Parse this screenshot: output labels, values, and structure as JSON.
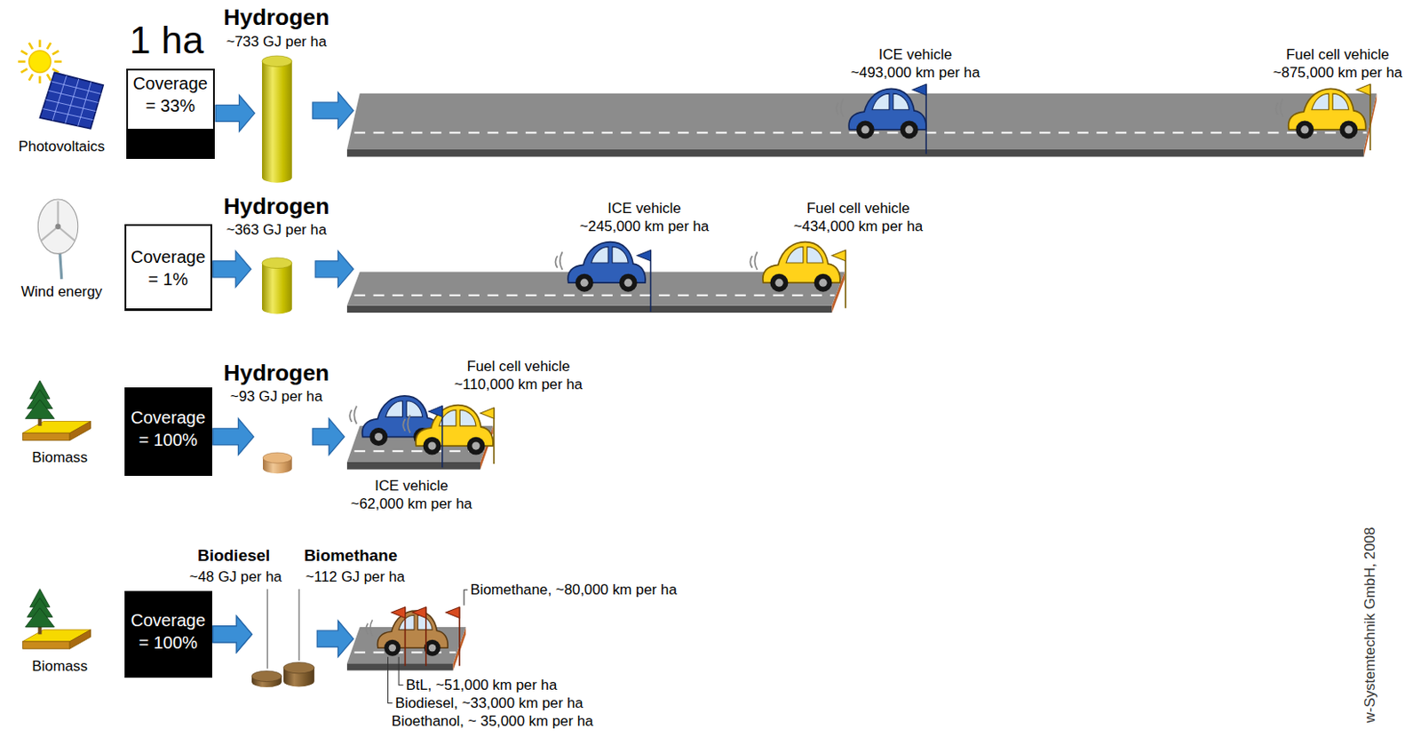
{
  "diagram": {
    "nodes": [
      {
        "text": [
          "Coverage = 33%"
        ]
      },
      {
        "text": [
          "Hydrogen",
          "~733 GJ per ha"
        ]
      },
      {
        "text": [
          "Coverage = 1%"
        ]
      },
      {
        "text": [
          "Hydrogen",
          "~363 GJ per ha"
        ]
      },
      {
        "text": [
          "Coverage = 100%"
        ]
      },
      {
        "text": [
          "Hydrogen",
          "~93 GJ per ha"
        ]
      },
      {
        "text": [
          "Coverage = 100%"
        ]
      },
      {
        "text": [
          "Biodiesel",
          "~48 GJ per ha"
        ]
      },
      {
        "text": [
          "Biomethane",
          "~112 GJ per ha"
        ]
      }
    ],
    "edges": [
      {
        "from": 0,
        "to": 1,
        "arrow": "to"
      },
      {
        "from": 2,
        "to": 3,
        "arrow": "to"
      },
      {
        "from": 4,
        "to": 5,
        "arrow": "to"
      },
      {
        "from": 6,
        "to": 7,
        "arrow": "to"
      },
      {
        "from": 6,
        "to": 8,
        "arrow": "to"
      }
    ],
    "labels": [
      "1 ha",
      "Photovoltaics",
      "Wind energy",
      "Biomass",
      "Biomass",
      "ICE vehicle ~493,000 km per ha",
      "Fuel cell vehicle ~875,000 km per ha",
      "ICE vehicle ~245,000 km per ha",
      "Fuel cell vehicle ~434,000 km per ha",
      "Fuel cell vehicle ~110,000 km per ha",
      "ICE vehicle ~62,000 km per ha",
      "Biomethane, ~80,000 km per ha",
      "BtL, ~51,000 km per ha",
      "Biodiesel, ~33,000 km per ha",
      "Bioethanol, ~ 35,000 km per ha",
      "w-Systemtechnik GmbH, 2008"
    ]
  }
}
